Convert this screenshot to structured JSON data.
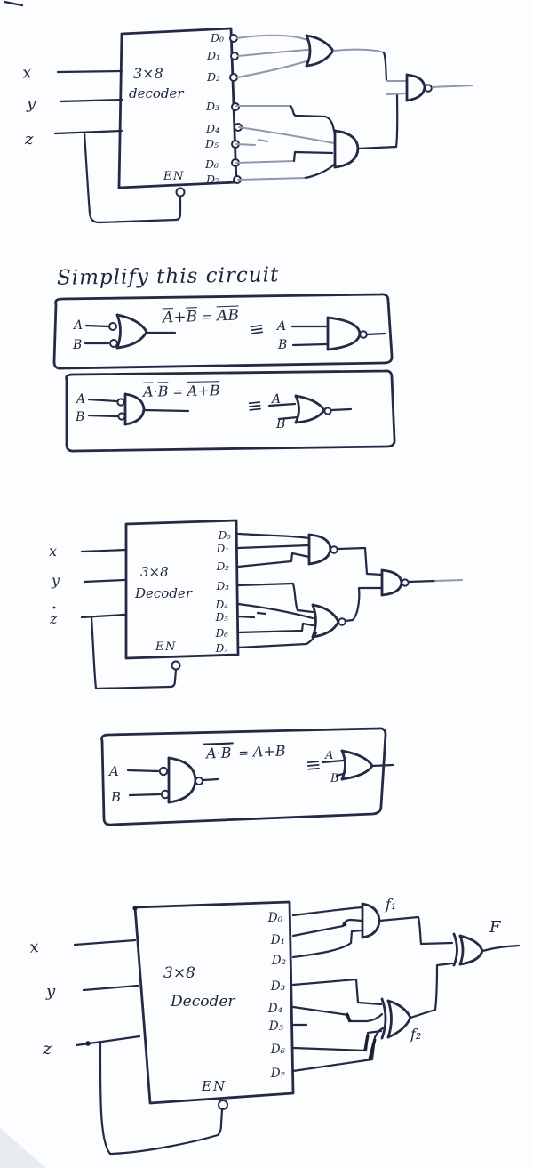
{
  "page": {
    "background": "#fcfdfe",
    "ink": "#232a45",
    "ink_light": "#9197ac"
  },
  "heading": "Simplify this circuit",
  "circuit1": {
    "inputs": [
      "x",
      "y",
      "z"
    ],
    "decoder": {
      "size": "3×8",
      "name": "decoder",
      "enable": "EN"
    },
    "outputs": [
      "D₀",
      "D₁",
      "D₂",
      "D₃",
      "D₄",
      "D₅",
      "D₆",
      "D₇"
    ]
  },
  "identity1": {
    "in_a": "A",
    "in_b": "B",
    "tokens": [
      {
        "t": "A"
      },
      {
        "t": "+"
      },
      {
        "t": "B"
      },
      {
        "t": "="
      },
      {
        "t": "AB"
      }
    ],
    "equiv": "≡",
    "r_a": "A",
    "r_b": "B"
  },
  "identity2": {
    "in_a": "A",
    "in_b": "B",
    "tokens": [
      {
        "t": "A"
      },
      {
        "t": "·"
      },
      {
        "t": "B"
      },
      {
        "t": "="
      },
      {
        "t": "A+B"
      }
    ],
    "equiv": "≡",
    "r_a": "A",
    "r_b": "B"
  },
  "circuit3": {
    "inputs": [
      "x",
      "y",
      "z"
    ],
    "decoder": {
      "size": "3×8",
      "name": "Decoder",
      "enable": "EN"
    },
    "outputs": [
      "D₀",
      "D₁",
      "D₂",
      "D₃",
      "D₄",
      "D₅",
      "D₆",
      "D₇"
    ]
  },
  "identity3": {
    "in_a": "A",
    "in_b": "B",
    "tokens": [
      {
        "t": "A"
      },
      {
        "t": "·"
      },
      {
        "t": "B"
      },
      {
        "t": "="
      },
      {
        "t": "A+B"
      }
    ],
    "equiv": "≡",
    "r_a": "A",
    "r_b": "B"
  },
  "circuit4": {
    "inputs": [
      "x",
      "y",
      "z"
    ],
    "decoder": {
      "size": "3×8",
      "name": "Decoder",
      "enable": "EN"
    },
    "outputs": [
      "D₀",
      "D₁",
      "D₂",
      "D₃",
      "D₄",
      "D₅",
      "D₆",
      "D₇"
    ],
    "f1": "f₁",
    "f2": "f₂",
    "out": "F"
  }
}
